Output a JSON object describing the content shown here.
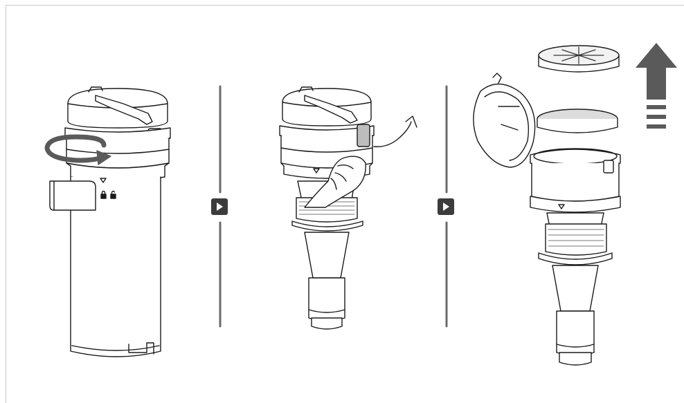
{
  "colors": {
    "frame": "#c9c9c9",
    "outline": "#1a1a1a",
    "accent_gray": "#5a5a5a",
    "step_box": "#3c3c3c",
    "step_arrow": "#ffffff",
    "separator": "#6a6a6a",
    "filter_fill": "#dcdcdc"
  },
  "icons": {
    "step_marker": "triangle-right",
    "lock": "lock-closed",
    "unlock": "lock-open",
    "lift": "arrow-up"
  },
  "steps": [
    {
      "icon": "rotate-arrow"
    },
    {
      "icon": "release-latch"
    },
    {
      "icon": "remove-filters"
    }
  ]
}
